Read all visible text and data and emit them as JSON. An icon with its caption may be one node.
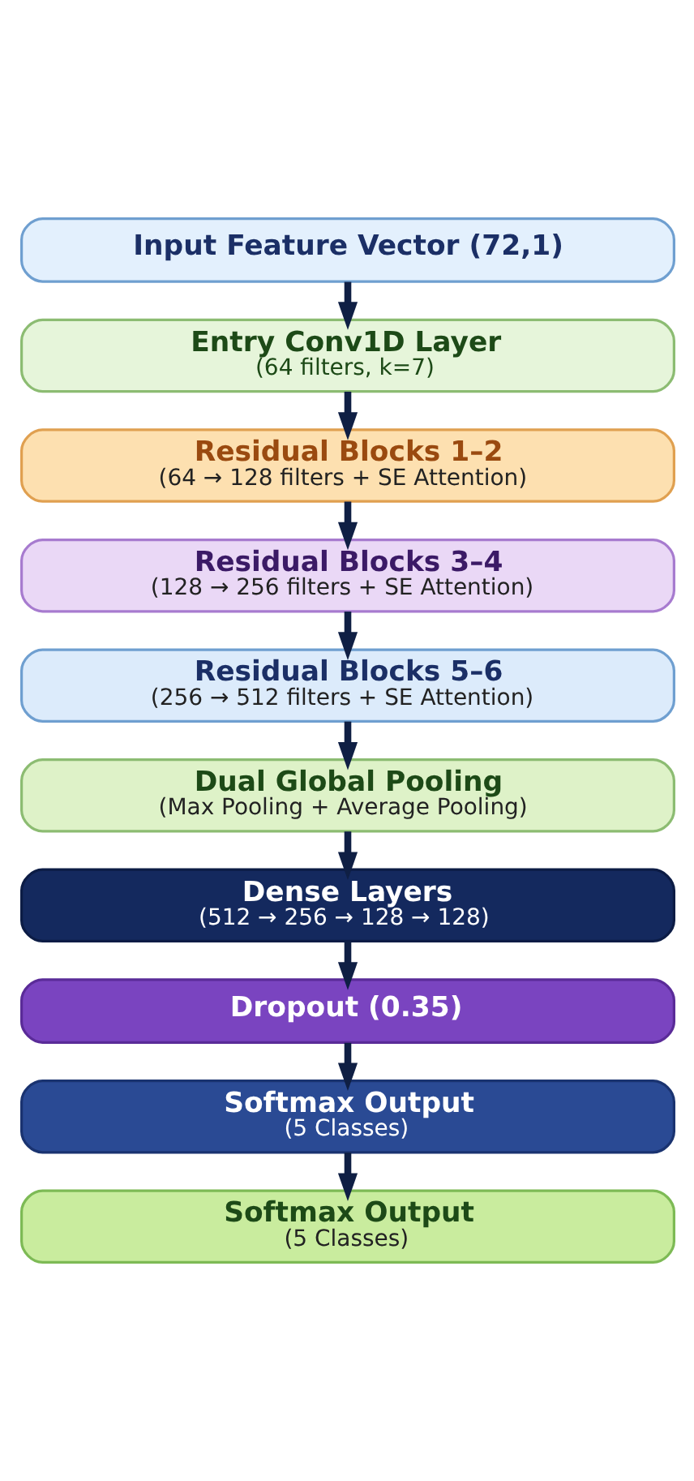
{
  "diagram": {
    "nodes": [
      {
        "text": [
          "Input Feature Vector (72,1)"
        ]
      },
      {
        "text": [
          "Entry Conv1D Layer",
          "(64 filters, k=7)"
        ]
      },
      {
        "text": [
          "Residual Blocks 1–2",
          "(64 → 128 filters + SE Attention)"
        ]
      },
      {
        "text": [
          "Residual Blocks 3–4",
          "(128 → 256 filters + SE Attention)"
        ]
      },
      {
        "text": [
          "Residual Blocks 5–6",
          "(256 → 512 filters + SE Attention)"
        ]
      },
      {
        "text": [
          "Dual Global Pooling",
          "(Max Pooling + Average Pooling)"
        ]
      },
      {
        "text": [
          "Dense Layers",
          "(512 → 256 → 128 → 128)"
        ]
      },
      {
        "text": [
          "Dropout (0.35)"
        ]
      },
      {
        "text": [
          "Softmax Output",
          "(5 Classes)"
        ]
      },
      {
        "text": [
          "Softmax Output",
          "(5 Classes)"
        ]
      }
    ],
    "edges": [
      {
        "from": 0,
        "to": 1,
        "arrow": "to"
      },
      {
        "from": 1,
        "to": 2,
        "arrow": "to"
      },
      {
        "from": 2,
        "to": 3,
        "arrow": "to"
      },
      {
        "from": 3,
        "to": 4,
        "arrow": "to"
      },
      {
        "from": 4,
        "to": 5,
        "arrow": "to"
      },
      {
        "from": 5,
        "to": 6,
        "arrow": "to"
      },
      {
        "from": 6,
        "to": 7,
        "arrow": "to"
      },
      {
        "from": 7,
        "to": 8,
        "arrow": "to"
      },
      {
        "from": 8,
        "to": 9,
        "arrow": "to"
      }
    ]
  }
}
